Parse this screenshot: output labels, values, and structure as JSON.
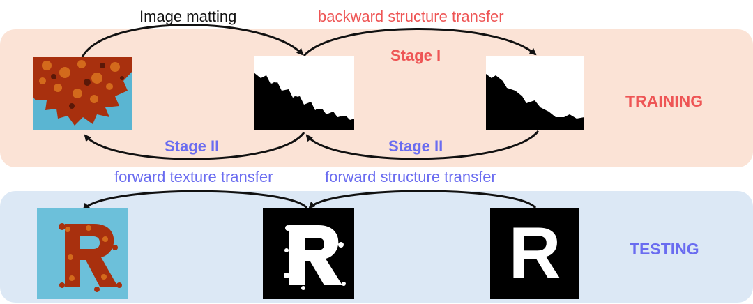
{
  "labels": {
    "image_matting": "Image matting",
    "backward_structure_transfer": "backward structure transfer",
    "stage_1": "Stage I",
    "stage_2_left": "Stage II",
    "stage_2_right": "Stage II",
    "forward_texture_transfer": "forward texture transfer",
    "forward_structure_transfer": "forward structure transfer",
    "training": "TRAINING",
    "testing": "TESTING"
  },
  "images": {
    "testing_glyph_letter": "R"
  },
  "colors": {
    "training_band": "#fbe3d6",
    "testing_band": "#dce8f5",
    "red_text": "#ee5555",
    "blue_text": "#6a6cf0",
    "foliage": "#a8300e",
    "sky": "#5ab5d2"
  }
}
